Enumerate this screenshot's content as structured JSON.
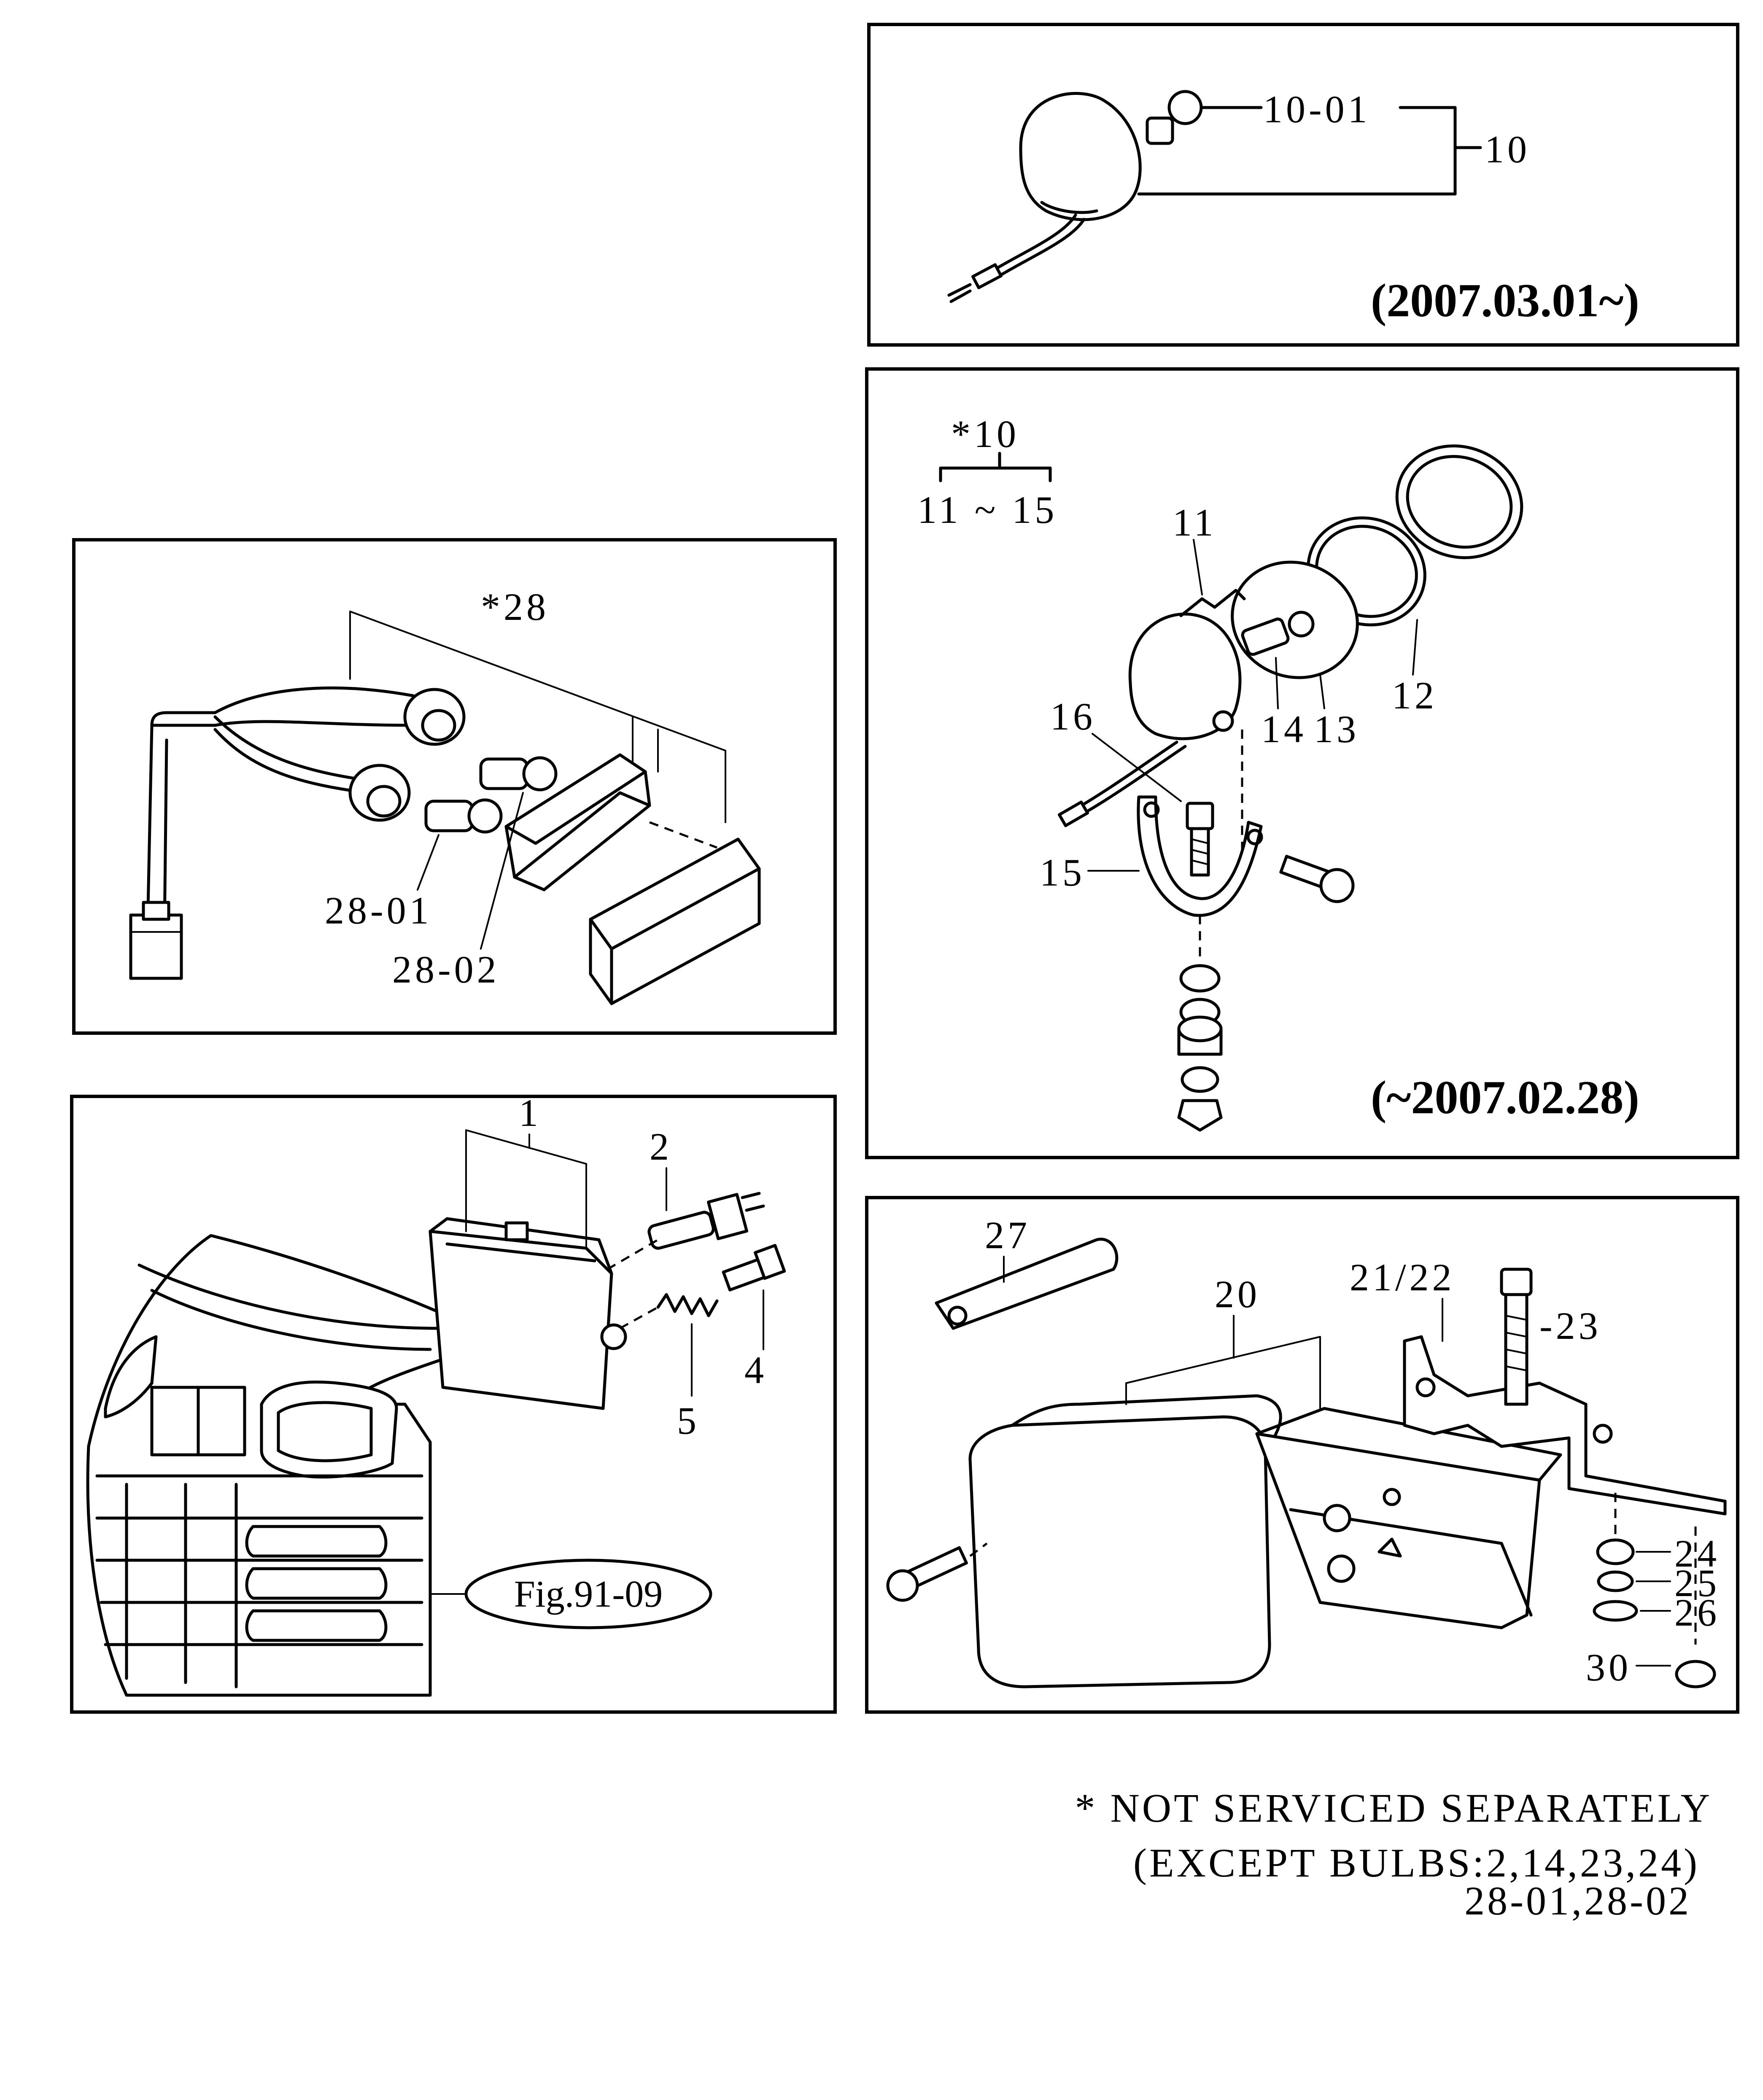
{
  "panel_top_right": {
    "labels": [
      "10-01",
      "10"
    ],
    "date": "(2007.03.01~)"
  },
  "panel_rear_lamp": {
    "group_label": "*10",
    "range_label": "11 ~ 15",
    "labels": [
      "11",
      "12",
      "13",
      "14",
      "15",
      "16"
    ],
    "date": "(~2007.02.28)"
  },
  "panel_harness": {
    "group_label": "*28",
    "labels": [
      "28-01",
      "28-02"
    ]
  },
  "panel_headlamp": {
    "labels": [
      "1",
      "2",
      "4",
      "5"
    ],
    "fig_ref": "Fig.91-09"
  },
  "panel_work_lamp": {
    "labels": [
      "27",
      "20",
      "21/22",
      "-23",
      "24",
      "25",
      "26",
      "30"
    ]
  },
  "footnote": {
    "line1": "* NOT SERVICED SEPARATELY",
    "line2": "(EXCEPT BULBS:2,14,23,24)",
    "line3": "28-01,28-02"
  }
}
